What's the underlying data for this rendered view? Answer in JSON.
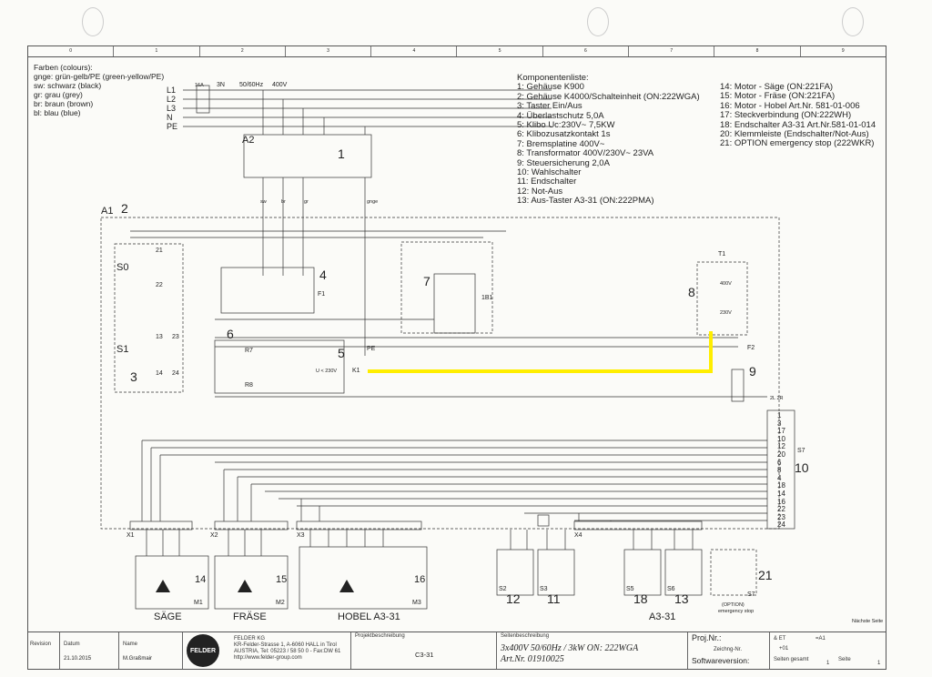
{
  "legend": {
    "title": "Farben (colours):",
    "items": [
      "gnge: grün-gelb/PE (green-yellow/PE)",
      "sw: schwarz (black)",
      "gr: grau (grey)",
      "br: braun (brown)",
      "bl: blau (blue)"
    ]
  },
  "column_numbers": [
    "0",
    "1",
    "2",
    "3",
    "4",
    "5",
    "6",
    "7",
    "8",
    "9"
  ],
  "supply": {
    "fuse": "16A",
    "phases": "3N",
    "freq": "50/60Hz",
    "voltage": "400V",
    "lines": [
      "L1",
      "L2",
      "L3",
      "N",
      "PE"
    ]
  },
  "components_title": "Komponentenliste:",
  "components_left": [
    "1: Gehäuse K900",
    "2: Gehäuse K4000/Schalteinheit (ON:222WGA)",
    "3: Taster Ein/Aus",
    "4: Überlastschutz 5,0A",
    "5: Klibo Uc:230V~ 7,5KW",
    "6: Klibozusatzkontakt 1s",
    "7: Bremsplatine 400V~",
    "8: Transformator 400V/230V~ 23VA",
    "9: Steuersicherung 2,0A",
    "10: Wahlschalter",
    "11: Endschalter",
    "12: Not-Aus",
    "13: Aus-Taster A3-31 (ON:222PMA)"
  ],
  "components_right": [
    "14: Motor - Säge (ON:221FA)",
    "15: Motor - Fräse (ON:221FA)",
    "16: Motor - Hobel Art.Nr. 581-01-006",
    "17: Steckverbindung (ON:222WH)",
    "18: Endschalter A3-31 Art.Nr.581-01-014",
    "20: Klemmleiste (Endschalter/Not-Aus)",
    "21: OPTION emergency stop (222WKR)"
  ],
  "labels": {
    "a2": "A2",
    "n1": "1",
    "a1": "A1",
    "n2": "2",
    "sw": "sw",
    "br": "br",
    "gr": "gr",
    "gnge": "gnge",
    "s0": "S0",
    "s1": "S1",
    "n3": "3",
    "c21": "21",
    "c22": "22",
    "c13": "13",
    "c23": "23",
    "c14": "14",
    "c24": "24",
    "n4": "4",
    "f1": "F1",
    "n5": "5",
    "n6": "6",
    "n7": "7",
    "n8": "8",
    "n9": "9",
    "n10": "10",
    "k1": "K1",
    "pe": "PE",
    "b1": "1B1",
    "t1": "T1",
    "f2": "F2",
    "v400": "400V",
    "v230": "230V",
    "s7": "S7",
    "x1": "X1",
    "x2": "X2",
    "x3": "X3",
    "x4": "X4",
    "m1": "M1",
    "m2": "M2",
    "m3": "M3",
    "n14": "14",
    "n15": "15",
    "n16": "16",
    "n12": "12",
    "n11": "11",
    "n18": "18",
    "n13": "13",
    "n21": "21",
    "s2": "S2",
    "s3": "S3",
    "s5": "S5",
    "s6": "S6",
    "s7b": "S7",
    "saege": "SÄGE",
    "fraese": "FRÄSE",
    "hobel": "HOBEL A3-31",
    "a331": "A3-31",
    "option": "(OPTION)",
    "estop": "emergency stop",
    "r7": "R7",
    "r8": "R8",
    "uc": "U < 230V",
    "et": "2L 2R"
  },
  "s7_terminals": [
    "1",
    "3",
    "17",
    "10",
    "12",
    "20",
    "6",
    "8",
    "4",
    "18",
    "14",
    "16",
    "22",
    "23",
    "24"
  ],
  "next_page": "Nächste Seite",
  "title_block": {
    "revision": "Revision",
    "datum": "Datum",
    "name": "Name",
    "date_val": "21.10.2015",
    "name_val": "M.Graßmair",
    "company": "FELDER KG",
    "address1": "KR-Felder-Strasse 1, A-6060 HALL in Tirol",
    "address2": "AUSTRIA, Tel: 05223 / 58 50 0 - Fax:DW 61",
    "address3": "http://www.felder-group.com",
    "logo": "FELDER",
    "projekt_label": "Projektbeschreibung",
    "projekt_val": "C3-31",
    "seiten_label": "Seitenbeschreibung",
    "seiten_val1": "3x400V 50/60Hz / 3kW ON: 222WGA",
    "seiten_val2": "Art.Nr. 01910025",
    "projnr": "Proj.Nr.:",
    "zeichng": "Zeichng-Nr.",
    "softw": "Softwareversion:",
    "et": "& ET",
    "a1": "=A1",
    "o1": "+01",
    "seiten_gesamt": "Seiten gesamt",
    "seite": "Seite",
    "gesamt_val": "1",
    "seite_val": "1"
  },
  "colors": {
    "highlight": "#ffee00",
    "line": "#333333"
  }
}
